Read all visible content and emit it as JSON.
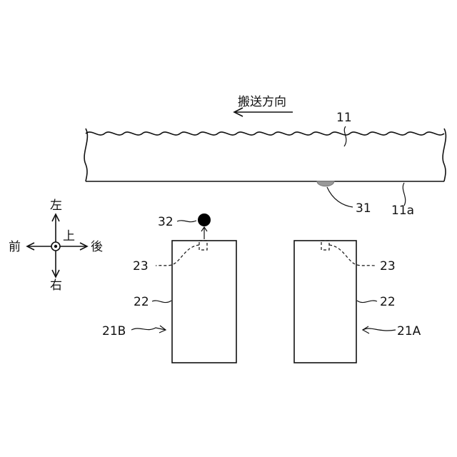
{
  "conveyance": {
    "direction_label": "搬送方向",
    "sheet_label": "11",
    "edge_label": "11a",
    "mark_label": "31"
  },
  "compass": {
    "left": "左",
    "right": "右",
    "front": "前",
    "rear": "後",
    "up": "上"
  },
  "unit_b": {
    "unit_label": "21B",
    "body_label": "22",
    "sensor_label": "23",
    "object_label": "32"
  },
  "unit_a": {
    "unit_label": "21A",
    "body_label": "22",
    "sensor_label": "23"
  }
}
